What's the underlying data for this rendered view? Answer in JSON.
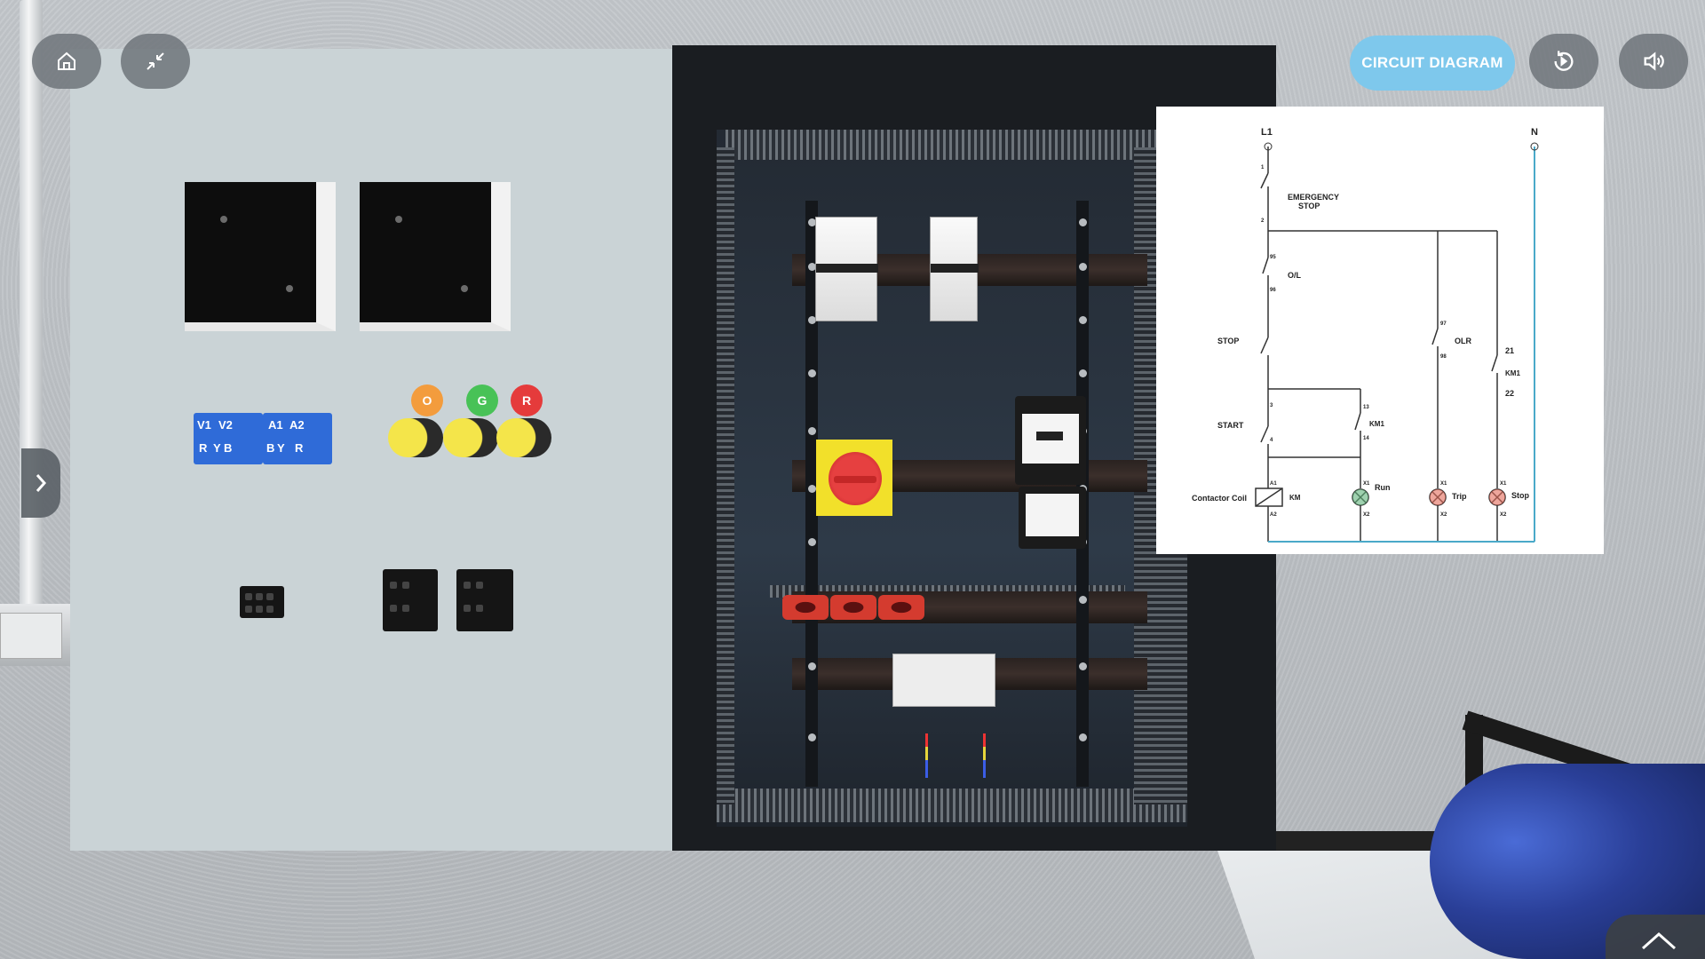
{
  "toolbar": {
    "home_icon": "home-icon",
    "minimize_icon": "minimize-icon",
    "circuit_diagram_label": "CIRCUIT DIAGRAM",
    "replay_icon": "replay-icon",
    "volume_icon": "volume-icon",
    "expand_icon": "chevron-right-icon",
    "collapse_up_icon": "chevron-up-icon"
  },
  "parts": {
    "terminal_labels": {
      "v1": "V1",
      "v2": "V2",
      "r1": "R",
      "y": "Y",
      "b1": "B",
      "a1": "A1",
      "a2": "A2",
      "b2": "B",
      "y2": "Y",
      "r2": "R"
    },
    "pushbutton_labels": {
      "orange": "O",
      "green": "G",
      "red": "R"
    },
    "colors": {
      "orange": "#f39c3d",
      "green": "#48c257",
      "red": "#e53b3b"
    }
  },
  "diagram": {
    "l1": "L1",
    "n": "N",
    "emergency_line1": "EMERGENCY",
    "emergency_line2": "STOP",
    "ol": "O/L",
    "stop": "STOP",
    "olr": "OLR",
    "start": "START",
    "km1_contact": "KM1",
    "km1_nc": "KM1",
    "n21": "21",
    "n22": "22",
    "contactor_coil": "Contactor Coil",
    "km": "KM",
    "run": "Run",
    "trip": "Trip",
    "stop_lamp": "Stop",
    "t1": "1",
    "t2": "2",
    "t95": "95",
    "t96": "96",
    "t97": "97",
    "t98": "98",
    "t3": "3",
    "t4": "4",
    "t13": "13",
    "t14": "14",
    "a1": "A1",
    "a2": "A2",
    "x1a": "X1",
    "x2a": "X2",
    "x1b": "X1",
    "x2b": "X2",
    "x1c": "X1",
    "x2c": "X2"
  }
}
